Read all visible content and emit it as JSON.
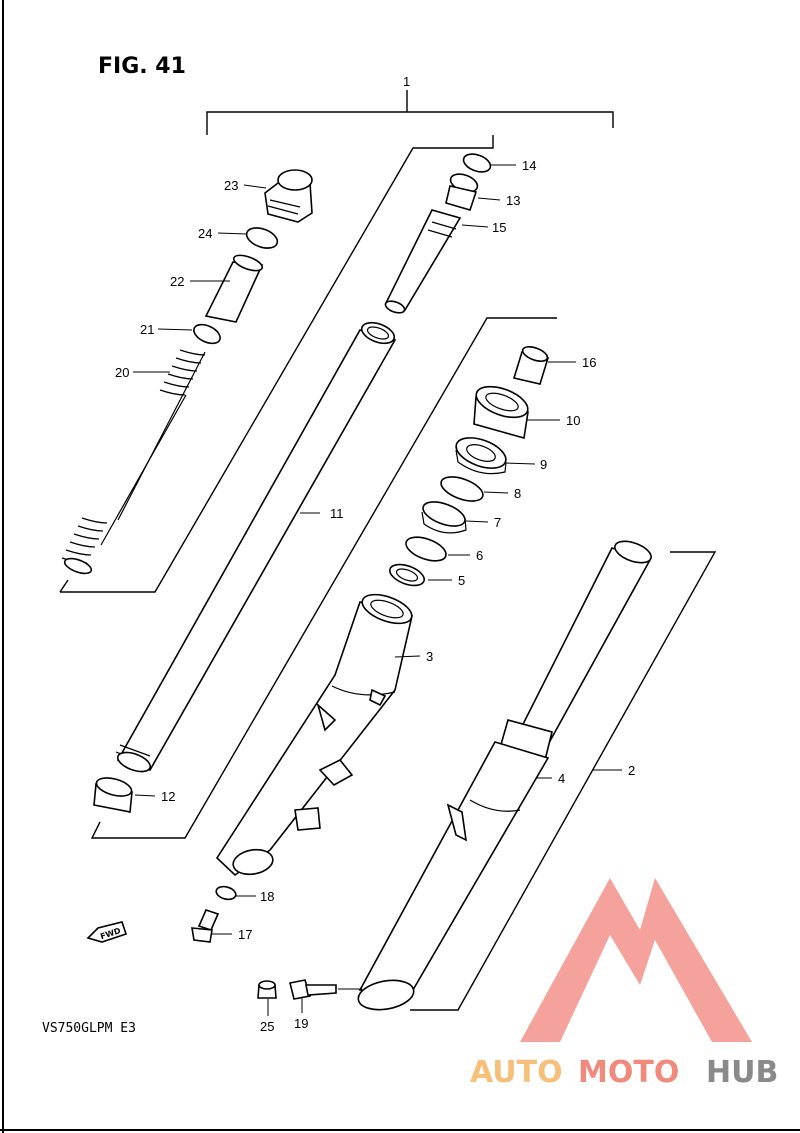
{
  "figure": {
    "title": "FIG. 41",
    "model_code": "VS750GLPM E3",
    "fwd_label": "FWD"
  },
  "callouts": [
    "1",
    "2",
    "3",
    "4",
    "5",
    "6",
    "7",
    "8",
    "9",
    "10",
    "11",
    "12",
    "13",
    "14",
    "15",
    "16",
    "17",
    "18",
    "19",
    "20",
    "21",
    "22",
    "23",
    "24",
    "25"
  ],
  "watermark": {
    "text_auto": "AUTO",
    "text_moto": "MOTO",
    "text_hub": "HUB",
    "colors": {
      "logo": "#f4928b",
      "auto": "#f7c07a",
      "moto": "#f08a7c",
      "hub": "#8a8a8a"
    }
  }
}
